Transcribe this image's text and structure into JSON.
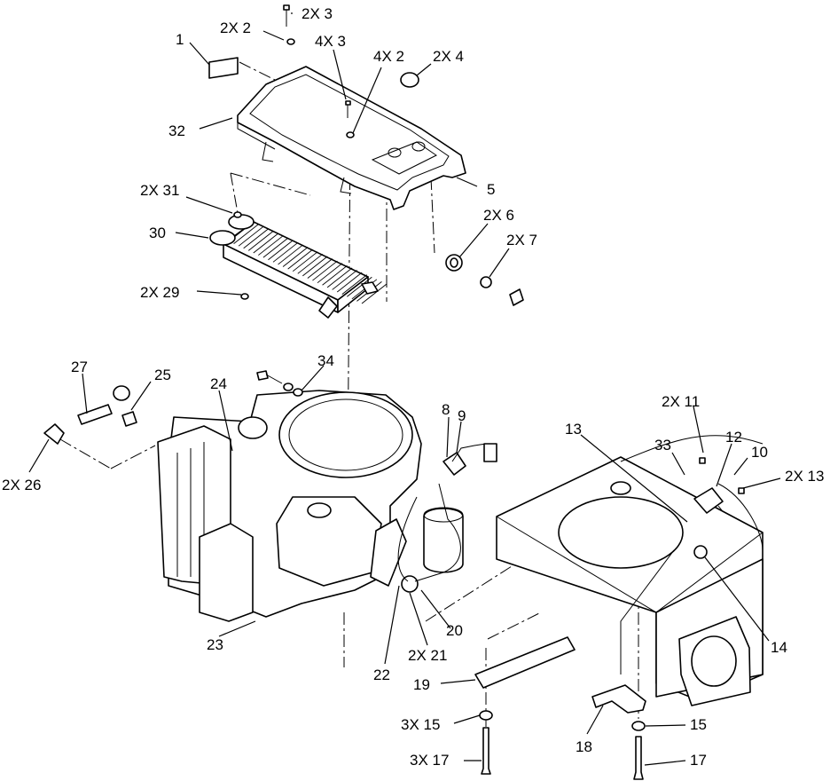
{
  "callouts": [
    {
      "id": "c-1",
      "text": "1"
    },
    {
      "id": "c-2x2",
      "text": "2X 2"
    },
    {
      "id": "c-2x3",
      "text": "2X 3"
    },
    {
      "id": "c-4x3",
      "text": "4X 3"
    },
    {
      "id": "c-4x2",
      "text": "4X 2"
    },
    {
      "id": "c-2x4",
      "text": "2X 4"
    },
    {
      "id": "c-32",
      "text": "32"
    },
    {
      "id": "c-5",
      "text": "5"
    },
    {
      "id": "c-2x31",
      "text": "2X 31"
    },
    {
      "id": "c-30",
      "text": "30"
    },
    {
      "id": "c-2x6",
      "text": "2X 6"
    },
    {
      "id": "c-2x7",
      "text": "2X 7"
    },
    {
      "id": "c-2x29",
      "text": "2X 29"
    },
    {
      "id": "c-27",
      "text": "27"
    },
    {
      "id": "c-25",
      "text": "25"
    },
    {
      "id": "c-34",
      "text": "34"
    },
    {
      "id": "c-24",
      "text": "24"
    },
    {
      "id": "c-8",
      "text": "8"
    },
    {
      "id": "c-9",
      "text": "9"
    },
    {
      "id": "c-2x26",
      "text": "2X 26"
    },
    {
      "id": "c-2x11",
      "text": "2X 11"
    },
    {
      "id": "c-13",
      "text": "13"
    },
    {
      "id": "c-33",
      "text": "33"
    },
    {
      "id": "c-12",
      "text": "12"
    },
    {
      "id": "c-10",
      "text": "10"
    },
    {
      "id": "c-2x13",
      "text": "2X 13"
    },
    {
      "id": "c-23",
      "text": "23"
    },
    {
      "id": "c-20",
      "text": "20"
    },
    {
      "id": "c-2x21",
      "text": "2X 21"
    },
    {
      "id": "c-22",
      "text": "22"
    },
    {
      "id": "c-14",
      "text": "14"
    },
    {
      "id": "c-19",
      "text": "19"
    },
    {
      "id": "c-3x15",
      "text": "3X 15"
    },
    {
      "id": "c-3x17",
      "text": "3X 17"
    },
    {
      "id": "c-18",
      "text": "18"
    },
    {
      "id": "c-15",
      "text": "15"
    },
    {
      "id": "c-17",
      "text": "17"
    }
  ]
}
